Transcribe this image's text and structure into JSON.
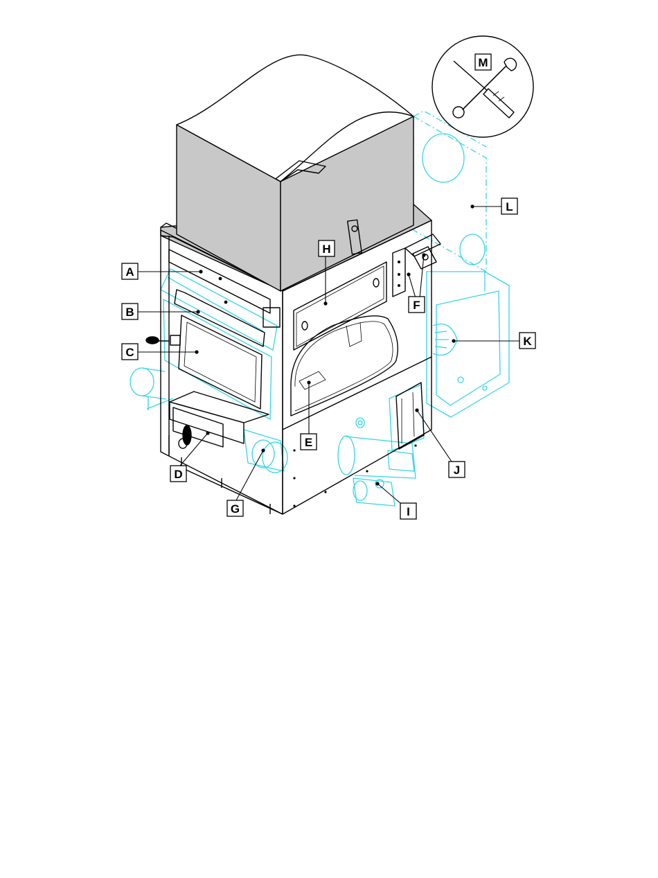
{
  "labels": {
    "A": "A",
    "B": "B",
    "C": "C",
    "D": "D",
    "E": "E",
    "F": "F",
    "G": "G",
    "H": "H",
    "I": "I",
    "J": "J",
    "K": "K",
    "L": "L",
    "M": "M"
  },
  "colors": {
    "line": "#000000",
    "hopper_fill": "#c8c8c8",
    "optional_parts": "#33d6e6"
  },
  "icons": {
    "tools": "screwdriver-and-wrench-icon"
  }
}
